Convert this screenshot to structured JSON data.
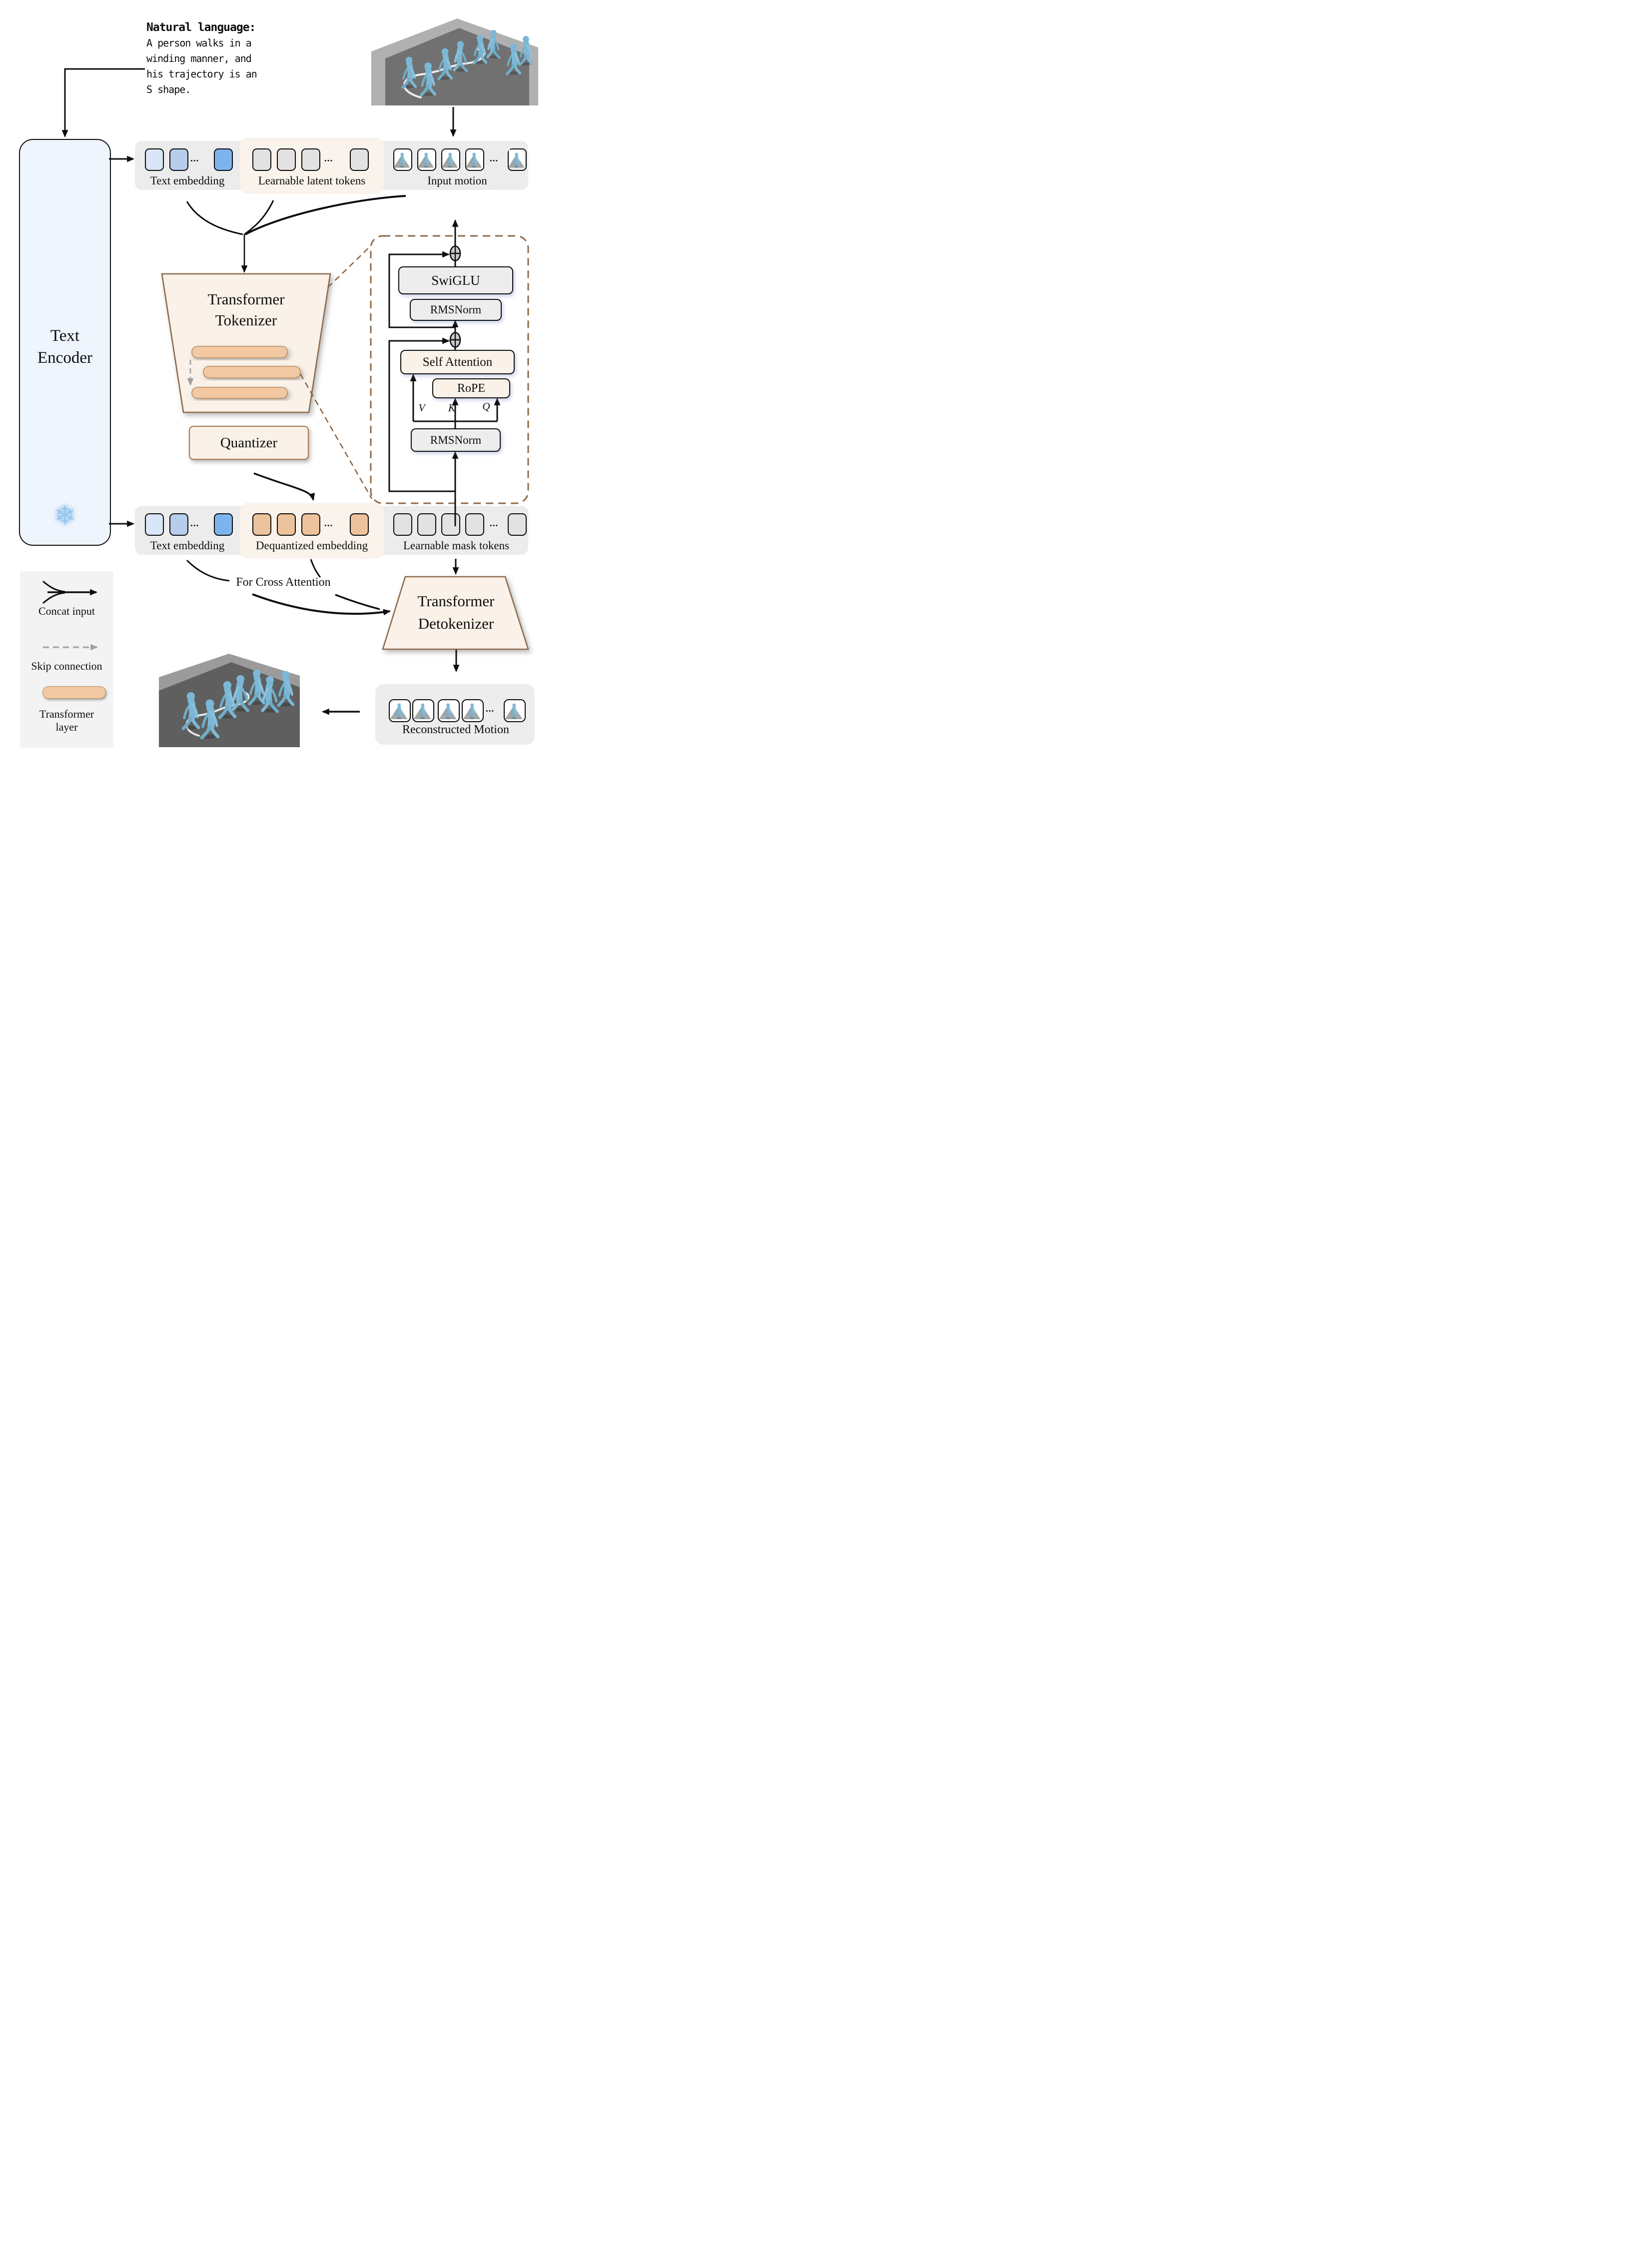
{
  "figure": {
    "prompt": {
      "heading": "Natural language:",
      "line1": "A person walks in a",
      "line2": "winding manner, and",
      "line3": "his trajectory is an",
      "line4": "S shape."
    },
    "text_encoder": {
      "line1": "Text",
      "line2": "Encoder",
      "frozen_icon": "❄"
    },
    "top_row": {
      "text_embedding": "Text embedding",
      "latent_tokens": "Learnable latent tokens",
      "input_motion": "Input motion",
      "ellipsis": "..."
    },
    "tokenizer": {
      "line1": "Transformer",
      "line2": "Tokenizer"
    },
    "quantizer": {
      "label": "Quantizer"
    },
    "layer_detail": {
      "swiglu": "SwiGLU",
      "rmsnorm_top": "RMSNorm",
      "self_attention": "Self Attention",
      "rope": "RoPE",
      "v": "V",
      "k": "K",
      "q": "Q",
      "rmsnorm_bottom": "RMSNorm"
    },
    "bottom_row": {
      "text_embedding": "Text embedding",
      "dequantized": "Dequantized embedding",
      "mask_tokens": "Learnable mask tokens",
      "ellipsis": "..."
    },
    "cross_attention_note": "For Cross Attention",
    "detokenizer": {
      "line1": "Transformer",
      "line2": "Detokenizer"
    },
    "reconstructed": {
      "label": "Reconstructed Motion",
      "ellipsis": "..."
    },
    "legend": {
      "concat": "Concat input",
      "skip": "Skip connection",
      "layer_line1": "Transformer",
      "layer_line2": "layer"
    },
    "colors": {
      "cream_fill": "#faf1e8",
      "panel_gray": "#ececec",
      "panel_cream": "#faf3ec",
      "token_blue_light": "#d9e6f8",
      "token_blue_mid": "#b6cdec",
      "token_blue_strong": "#7db4f0",
      "token_gray": "#e2e2e2",
      "token_peach": "#ecc39d",
      "layer_bar_peach": "#f2c9a2",
      "brown_border": "#8d6848",
      "figure_blue": "#7cb8d6",
      "skip_gray": "#a8a8a8"
    }
  }
}
